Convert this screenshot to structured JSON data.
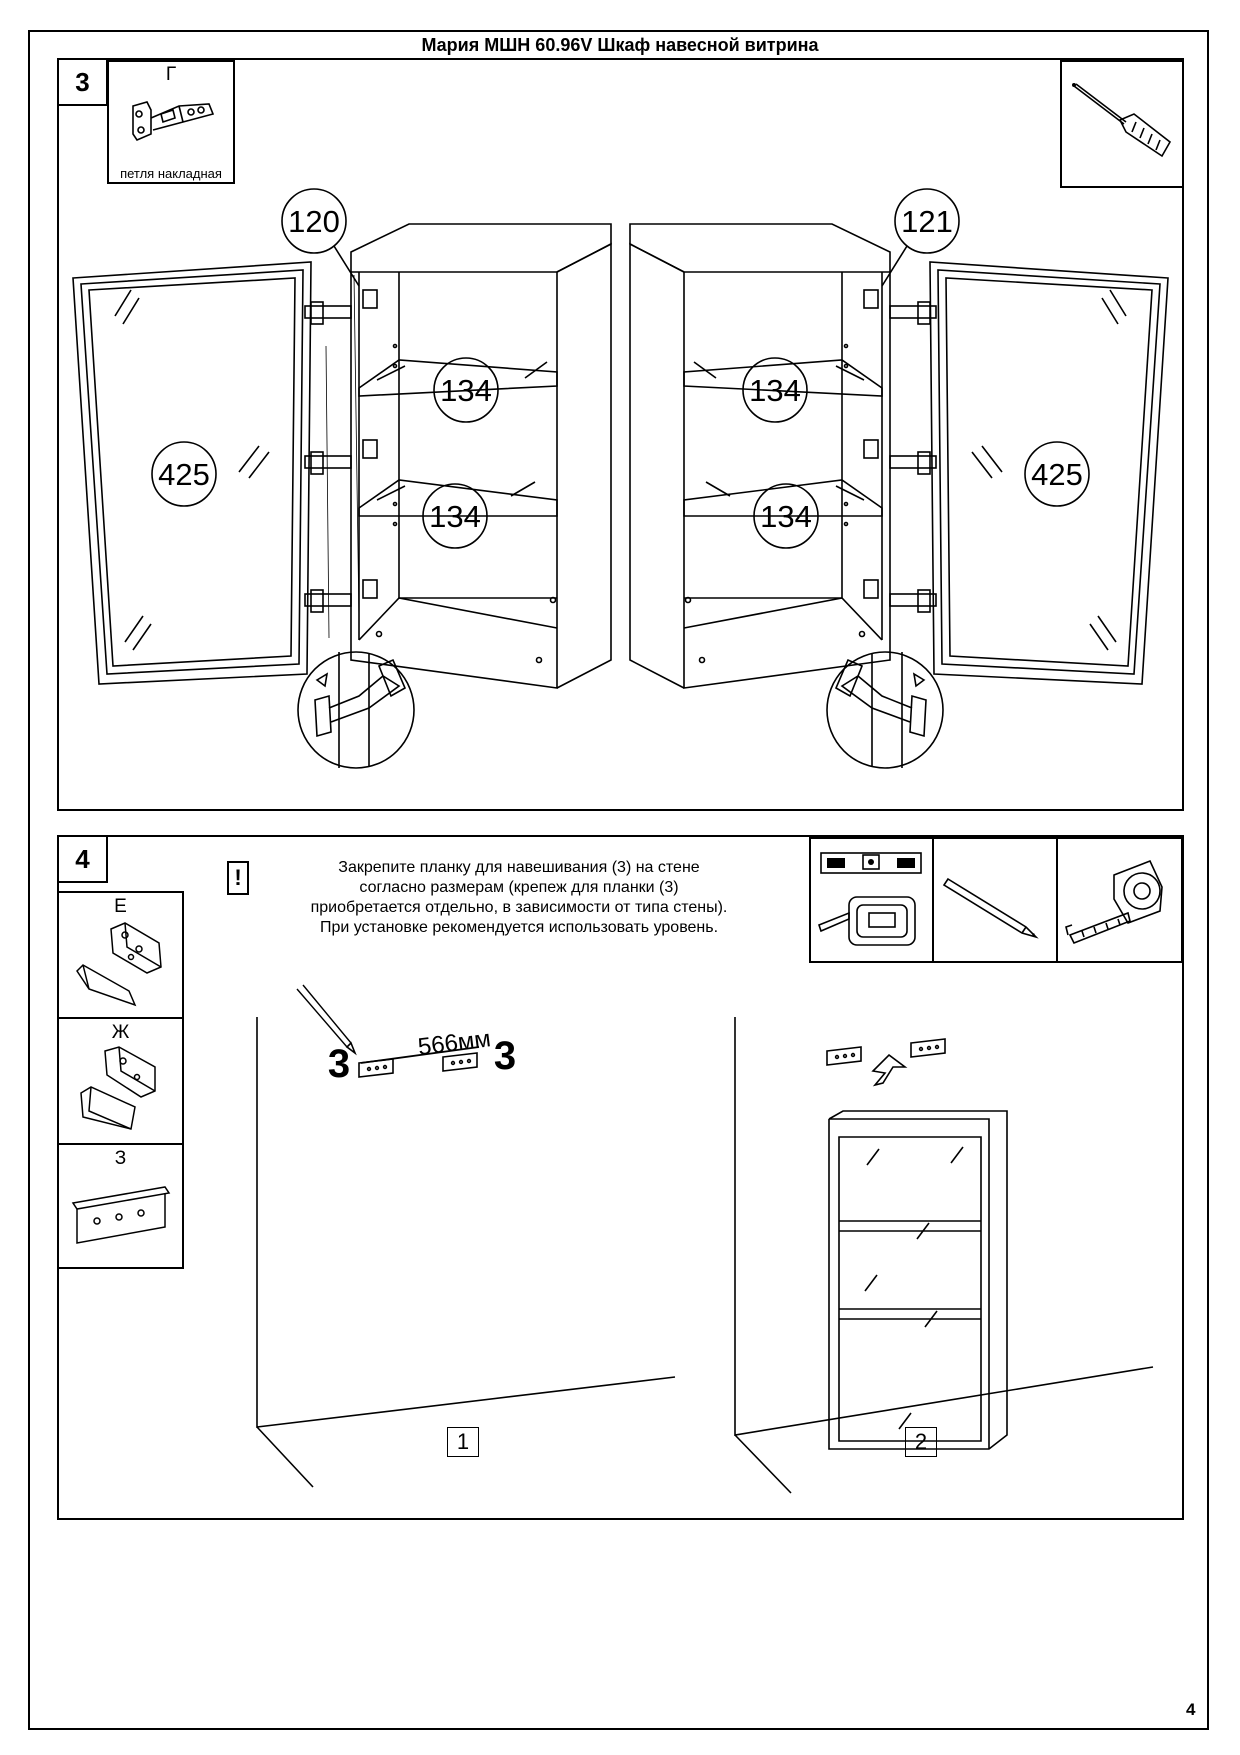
{
  "document": {
    "title": "Мария МШН 60.96V Шкаф навесной витрина",
    "page_number": "4"
  },
  "step3": {
    "number": "3",
    "part": {
      "letter": "Г",
      "caption": "петля накладная"
    },
    "tool_icon": "screwdriver-icon",
    "callouts": {
      "left_hinge": "120",
      "right_hinge": "121",
      "door": "425",
      "shelf": "134"
    }
  },
  "step4": {
    "number": "4",
    "parts": [
      {
        "letter": "Е"
      },
      {
        "letter": "Ж"
      },
      {
        "letter": "З"
      }
    ],
    "note_mark": "!",
    "note_lines": [
      "Закрепите  планку для навешивания (3) на стене",
      "согласно размерам (крепеж для планки (3)",
      "приобретается отдельно, в зависимости от типа стены).",
      "При установке рекомендуется использовать уровень."
    ],
    "tool_icons": [
      "spirit-level-icon",
      "pencil-icon",
      "tape-measure-icon"
    ],
    "dimension": "566мм",
    "rail_label": "3",
    "sub_steps": [
      "1",
      "2"
    ]
  }
}
